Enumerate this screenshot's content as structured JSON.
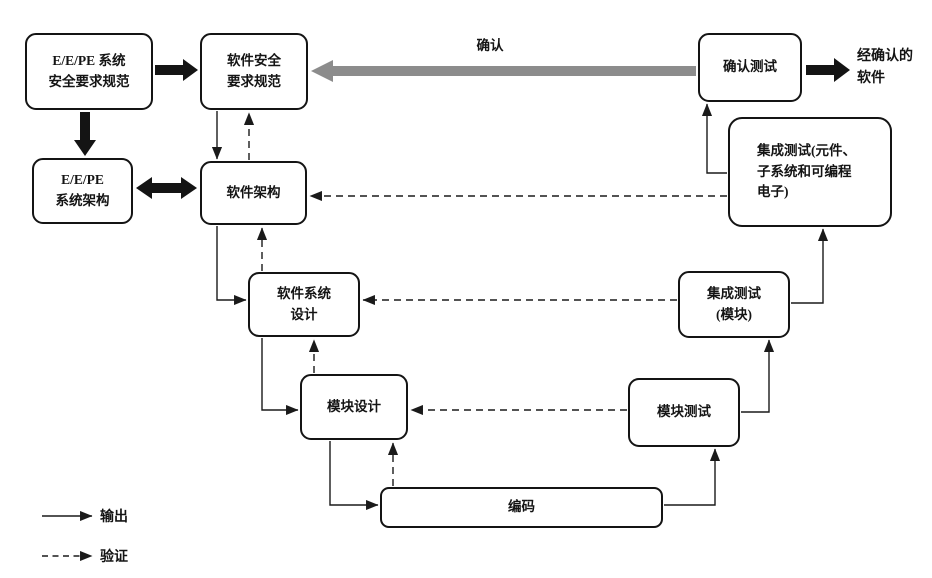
{
  "diagram": {
    "boxes": {
      "eepe_srs": {
        "label": "E/E/PE 系统\n安全要求规范"
      },
      "sw_srs": {
        "label": "软件安全\n要求规范"
      },
      "eepe_arch": {
        "label": "E/E/PE\n系统架构"
      },
      "sw_arch": {
        "label": "软件架构"
      },
      "sw_sys_design": {
        "label": "软件系统\n设计"
      },
      "module_design": {
        "label": "模块设计"
      },
      "coding": {
        "label": "编码"
      },
      "module_test": {
        "label": "模块测试"
      },
      "integration_test_module": {
        "label": "集成测试\n(模块)"
      },
      "integration_test_pe": {
        "label": "集成测试(元件、\n子系统和可编程\n电子)"
      },
      "validation_test": {
        "label": "确认测试"
      }
    },
    "annotations": {
      "validation_arrow_label": "确认",
      "validated_software": "经确认的\n软件"
    },
    "legend": {
      "output": "输出",
      "verification": "验证"
    },
    "colors": {
      "line": "#1a1a1a",
      "validation_arrow": "#8c8c8c",
      "background": "#ffffff"
    }
  }
}
